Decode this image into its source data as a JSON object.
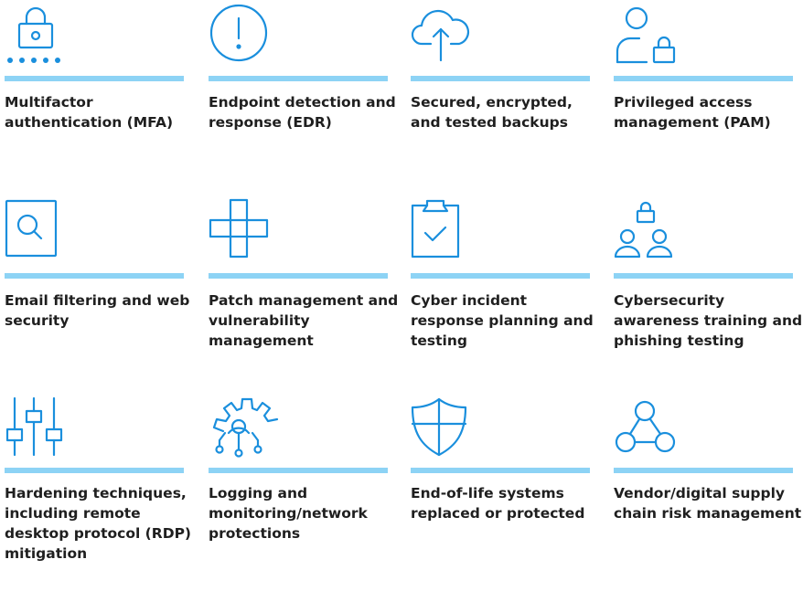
{
  "colors": {
    "accent": "#1a8fdd",
    "bar": "#8dd3f5",
    "text": "#1f1f1f"
  },
  "items": [
    {
      "icon": "padlock-icon",
      "label": "Multifactor authentication (MFA)"
    },
    {
      "icon": "exclamation-circle-icon",
      "label": "Endpoint detection and response (EDR)"
    },
    {
      "icon": "cloud-upload-icon",
      "label": "Secured, encrypted, and tested backups"
    },
    {
      "icon": "user-lock-icon",
      "label": "Privileged access management (PAM)"
    },
    {
      "icon": "magnifier-document-icon",
      "label": "Email filtering and web security"
    },
    {
      "icon": "patch-cross-icon",
      "label": "Patch management and vulnerability management"
    },
    {
      "icon": "clipboard-check-icon",
      "label": "Cyber incident response planning and testing"
    },
    {
      "icon": "people-lock-icon",
      "label": "Cybersecurity awareness training and phishing testing"
    },
    {
      "icon": "sliders-icon",
      "label": "Hardening techniques, including remote desktop protocol (RDP) mitigation"
    },
    {
      "icon": "gear-network-icon",
      "label": "Logging and monitoring/network protections"
    },
    {
      "icon": "shield-icon",
      "label": "End-of-life systems replaced or protected"
    },
    {
      "icon": "network-nodes-icon",
      "label": "Vendor/digital supply chain risk management"
    }
  ]
}
